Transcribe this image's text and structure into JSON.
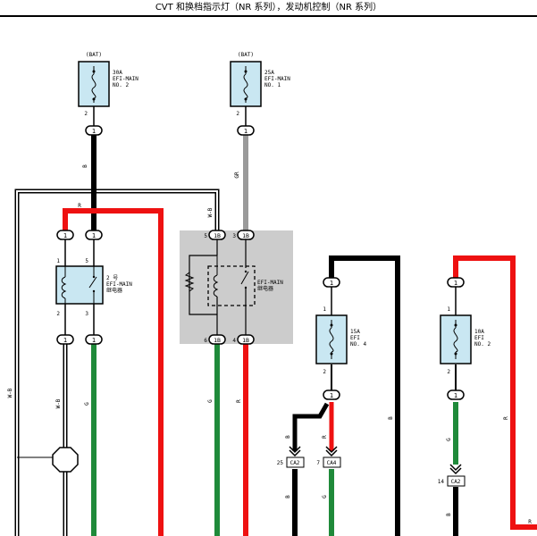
{
  "title": "CVT 和换档指示灯（NR 系列），发动机控制（NR 系列）",
  "colors": {
    "B": "#000000",
    "R": "#ee1111",
    "G": "#1f8a3a",
    "GR": "#9a9a9a",
    "WB": "#ffffff",
    "relay_box": "#cccccc",
    "fuse_fill": "#c9e7f2"
  },
  "fuses": [
    {
      "id": "fuse-30a",
      "supply": "(BAT)",
      "rating": "30A",
      "name1": "EFI-MAIN",
      "name2": "NO. 2",
      "pin": "2",
      "conn": "1"
    },
    {
      "id": "fuse-25a",
      "supply": "(BAT)",
      "rating": "25A",
      "name1": "EFI-MAIN",
      "name2": "NO. 1",
      "pin": "2",
      "conn": "1"
    },
    {
      "id": "fuse-15a",
      "supply": "",
      "rating": "15A",
      "name1": "EFI",
      "name2": "NO. 4",
      "pin_top": "1",
      "pin_bottom": "2",
      "conn_top": "1",
      "conn_bottom": "1"
    },
    {
      "id": "fuse-10a",
      "supply": "",
      "rating": "10A",
      "name1": "EFI",
      "name2": "NO. 2",
      "pin_top": "1",
      "pin_bottom": "2",
      "conn_top": "1",
      "conn_bottom": "1"
    }
  ],
  "relay_no2": {
    "line1": "2 号",
    "line2": "EFI-MAIN",
    "line3": "继电器",
    "pins": [
      "1",
      "5",
      "2",
      "3"
    ],
    "conns": [
      "1",
      "1",
      "1",
      "1"
    ]
  },
  "relay_main": {
    "line1": "EFI-MAIN",
    "line2": "继电器",
    "pins": [
      "5",
      "3",
      "6",
      "4"
    ],
    "conns": [
      "1B",
      "1B",
      "1B",
      "1B"
    ]
  },
  "wire_labels": {
    "B": "B",
    "GR": "GR",
    "R": "R",
    "WB": "W-B",
    "G": "G"
  },
  "connectors": [
    {
      "pin": "25",
      "name": "CA2"
    },
    {
      "pin": "7",
      "name": "CA4"
    },
    {
      "pin": "14",
      "name": "CA2"
    }
  ]
}
